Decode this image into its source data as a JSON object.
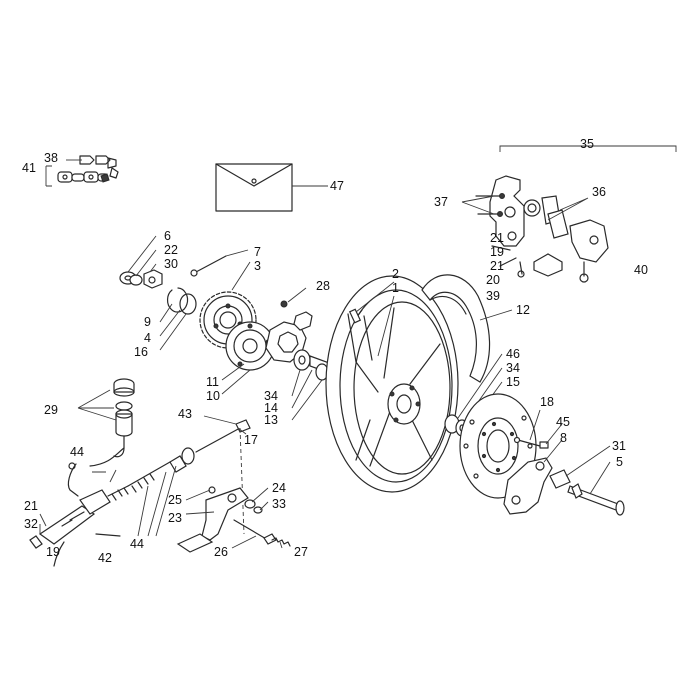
{
  "callouts": {
    "c1": "1",
    "c2": "2",
    "c3": "3",
    "c4": "4",
    "c5": "5",
    "c6": "6",
    "c7": "7",
    "c8": "8",
    "c9": "9",
    "c10": "10",
    "c11": "11",
    "c12": "12",
    "c13": "13",
    "c14_a": "14",
    "c15": "15",
    "c16": "16",
    "c17": "17",
    "c18": "18",
    "c19_a": "19",
    "c19_b": "19",
    "c20": "20",
    "c21_a": "21",
    "c21_b": "21",
    "c21_c": "21",
    "c22": "22",
    "c23": "23",
    "c24": "24",
    "c25": "25",
    "c26": "26",
    "c27": "27",
    "c28": "28",
    "c29": "29",
    "c30": "30",
    "c31": "31",
    "c32": "32",
    "c33": "33",
    "c34_a": "34",
    "c34_b": "34",
    "c35": "35",
    "c36": "36",
    "c37": "37",
    "c38": "38",
    "c39": "39",
    "c40": "40",
    "c41": "41",
    "c42": "42",
    "c43": "43",
    "c44_a": "44",
    "c44_b": "44",
    "c45": "45",
    "c46": "46",
    "c47": "47"
  }
}
